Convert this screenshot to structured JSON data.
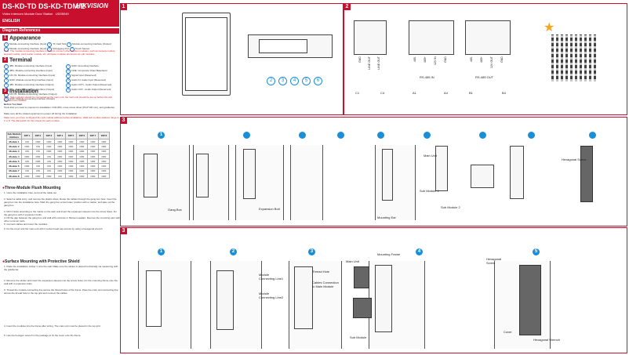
{
  "header": {
    "title": "DS-KD-TD DS-KD-TDM/E",
    "subtitle": "Video Intercom Module Door Station",
    "code": "UD05049",
    "brand": "HIKVISION",
    "language": "ENGLISH",
    "diagram_refs": "Diagram References"
  },
  "appearance": {
    "num": "1",
    "title": "Appearance",
    "items": [
      {
        "n": "1",
        "t": "Module-connecting Interface (Input)"
      },
      {
        "n": "2",
        "t": "Module-connecting Interface (Input)"
      },
      {
        "n": "3",
        "t": "TF Card Slot"
      },
      {
        "n": "4",
        "t": "Module-connecting Interface (Output)"
      },
      {
        "n": "5",
        "t": "Debugging Port"
      },
      {
        "n": "6",
        "t": "Touch Sensor"
      }
    ],
    "note": "Note: The module-connecting interface is used to connect other function modules, such as camera module, keypad module, card reader module, etc. All these modules are known as sub modules."
  },
  "terminal": {
    "num": "2",
    "title": "Terminal",
    "left": [
      {
        "n": "1",
        "t": "485- Module-connecting Interface (Input)"
      },
      {
        "n": "2",
        "t": "485+ Module-connecting Interface (Input)"
      },
      {
        "n": "3",
        "t": "12V IN: Module-connecting Interface (Input)"
      },
      {
        "n": "4",
        "t": "GND: Module-connecting Interface (Input)"
      },
      {
        "n": "5",
        "t": "485- Module-connecting Interface (Output)"
      },
      {
        "n": "6",
        "t": "485+ Module-connecting Interface (Output)"
      },
      {
        "n": "7",
        "t": "12V IN: Module-connecting Interface (Output)"
      },
      {
        "n": "8",
        "t": "GND: Module-connecting Interface (Output)"
      }
    ],
    "right": [
      {
        "n": "9",
        "t": "GND: Grounding Interface"
      },
      {
        "n": "10",
        "t": "LINE: Composite Video Baseband"
      },
      {
        "n": "11",
        "t": "Signal Input (Reserved)"
      },
      {
        "n": "12",
        "t": "Audio IN: Audio Input (Reserved)"
      },
      {
        "n": "13",
        "t": "Audio OUT+: Audio Output (Reserved)"
      },
      {
        "n": "14",
        "t": "Audio OUT-: Audio Output (Reserved)"
      }
    ]
  },
  "installation": {
    "num": "3",
    "title": "Installation",
    "note": "Note: Sub-modules should be connected as the main unit; the main unit should be set up before the sub modules are installed.",
    "before": "Before You Start",
    "steps": [
      "Tools that you need to prepare for installation: Drill (Φ6), cross screw driver (PH1*100 mm), and gradienter.",
      "Make sure all the related equipment is power-off during the installation.",
      "Make sure you have configured the sub module address before installation. Valid sub module address range is 1 to 8. The dial switch for the unique for each module."
    ],
    "table": {
      "headers": [
        "Sub Module Address",
        "DIP 1",
        "DIP 2",
        "DIP 3",
        "DIP 4",
        "DIP 5",
        "DIP 6",
        "DIP 7",
        "DIP 8"
      ],
      "rows": [
        [
          "Module 1",
          "ON",
          "OFF",
          "OFF",
          "OFF",
          "OFF",
          "OFF",
          "OFF",
          "OFF"
        ],
        [
          "Module 2",
          "OFF",
          "ON",
          "OFF",
          "OFF",
          "OFF",
          "OFF",
          "OFF",
          "OFF"
        ],
        [
          "Module 3",
          "ON",
          "ON",
          "OFF",
          "OFF",
          "OFF",
          "OFF",
          "OFF",
          "OFF"
        ],
        [
          "Module 4",
          "OFF",
          "OFF",
          "ON",
          "OFF",
          "OFF",
          "OFF",
          "OFF",
          "OFF"
        ],
        [
          "Module 5",
          "ON",
          "OFF",
          "ON",
          "OFF",
          "OFF",
          "OFF",
          "OFF",
          "OFF"
        ],
        [
          "Module 6",
          "OFF",
          "ON",
          "ON",
          "OFF",
          "OFF",
          "OFF",
          "OFF",
          "OFF"
        ],
        [
          "Module 7",
          "ON",
          "ON",
          "ON",
          "OFF",
          "OFF",
          "OFF",
          "OFF",
          "OFF"
        ],
        [
          "Module 8",
          "OFF",
          "OFF",
          "OFF",
          "ON",
          "OFF",
          "OFF",
          "OFF",
          "OFF"
        ]
      ]
    }
  },
  "flush": {
    "title": "Three-Module Flush Mounting",
    "steps": [
      "1. Cave the installation hole, and pull the cable out.",
      "2. Select a cable entry, and remove the plastic sheet. Route the cables through the gang box hole. Insert the gang box into the installation hole. Mark the gang box screw holes' position with a marker, and take out the gang box.",
      "3. Drill 4 holes according to the marks on the wall, and insert the expansion sleeves into the screw holes. Fix the gang box with 4 expansion bolts.",
      "4. Fill the gap between the gang box and wall with concrete or filament sealant. Remove the mounting ears with other common tools.",
      "5. Connect cables and insert the modules.",
      "6. Fix the cover and the main unit with 2 socket head cap screws by using a hexagonal wrench."
    ]
  },
  "surface": {
    "title": "Surface Mounting with Protective Shield",
    "steps": [
      "1. Paste the installation sticker 1 onto the wall. Make sure the sticker is placed horizontally via measuring with the gradienter.",
      "2. Remove the sticker and insert the expansion sleeves into the screw holes. Fix the mounting frame onto the wall with 4 expansion bolts.",
      "3. Thread the module-connecting line across the thread holes of the frame. Pass the main unit connecting line across the thread hole to the top grid and connect the cables.",
      "4. Insert the modules into the frame after wiring. The main unit must be placed in the top grid.",
      "5. Use the hexagon wrench in the package to fix the cover onto the frame."
    ]
  },
  "panel1": {
    "num": "1",
    "circles": [
      "2",
      "3",
      "4",
      "5",
      "6"
    ]
  },
  "panel2": {
    "num": "2",
    "terminals_a": [
      "GND",
      "LINE OUT",
      "LINE OUT"
    ],
    "terminals_b": [
      "485-",
      "485+",
      "12V IN",
      "GND"
    ],
    "terminals_c": [
      "485-",
      "485+",
      "12V OUT",
      "GND"
    ],
    "bottom_a": [
      "C1",
      "C4"
    ],
    "bottom_b": [
      "A1",
      "A4"
    ],
    "bottom_c": [
      "B1",
      "B4"
    ],
    "bus_in": "RS-485 IN",
    "bus_out": "RS-485 OUT"
  },
  "panel3a": {
    "num": "3",
    "circles": [
      "1",
      "2",
      "3",
      "4",
      "5",
      "6",
      "7",
      "8",
      "9"
    ],
    "labels": {
      "gang_box": "Gang Box",
      "expansion_bolt": "Expansion Bolt",
      "mounting_ear": "Mounting Ear",
      "main_unit": "Main Unit",
      "sub_module1": "Sub Module 1",
      "sub_module2": "Sub Module 2",
      "hex_screw": "Hexagonal Screw"
    }
  },
  "panel3b": {
    "num": "3",
    "circles": [
      "1",
      "2",
      "3",
      "4",
      "5"
    ],
    "labels": {
      "thread_hole": "Thread Hole",
      "conn_line1": "Module Connecting Line1",
      "conn_line2": "Module Connecting Line2",
      "cable_conn": "Cables Connection to Main Module",
      "main_unit": "Main Unit",
      "mounting_frame": "Mounting Frame",
      "sub_module": "Sub Module",
      "hex_screw": "Hexagonal Screw",
      "cover": "Cover",
      "hex_wrench": "Hexagonal Wrench"
    }
  },
  "colors": {
    "brand": "#c8102e",
    "accent": "#1a8fd8"
  }
}
